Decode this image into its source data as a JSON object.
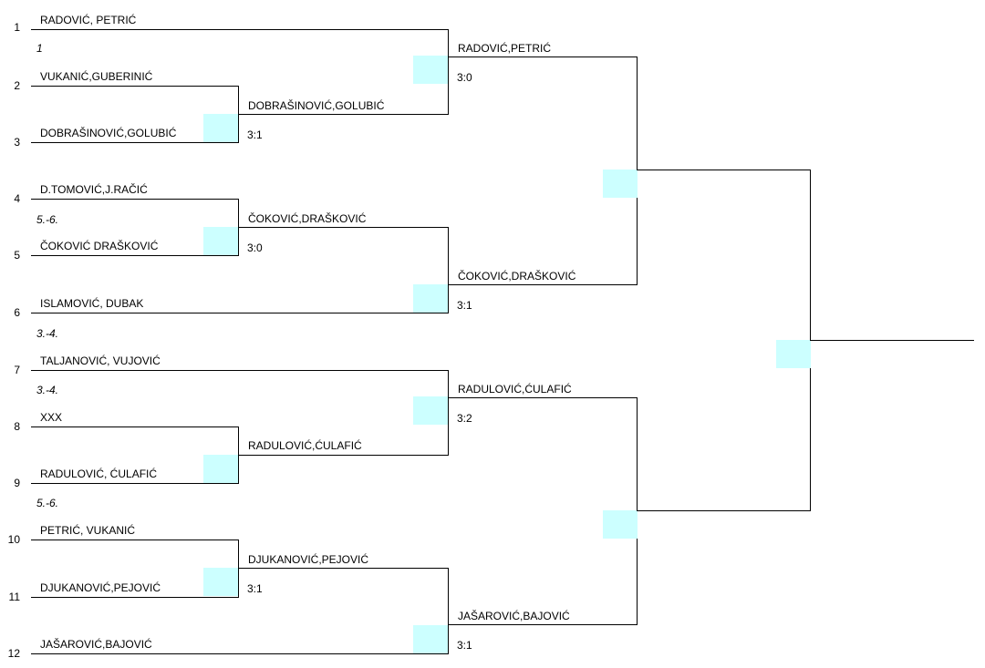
{
  "seeds": [
    "1",
    "2",
    "3",
    "4",
    "5",
    "6",
    "7",
    "8",
    "9",
    "10",
    "11",
    "12"
  ],
  "round1": [
    "RADOVIĆ, PETRIĆ",
    "VUKANIĆ,GUBERINIĆ",
    "DOBRAŠINOVIĆ,GOLUBIĆ",
    "D.TOMOVIĆ,J.RAČIĆ",
    "ČOKOVIĆ DRAŠKOVIĆ",
    "ISLAMOVIĆ, DUBAK",
    "TALJANOVIĆ, VUJOVIĆ",
    "XXX",
    "RADULOVIĆ, ĆULAFIĆ",
    "PETRIĆ, VUKANIĆ",
    "DJUKANOVIĆ,PEJOVIĆ",
    "JAŠAROVIĆ,BAJOVIĆ"
  ],
  "notes": [
    "1",
    "5.-6.",
    "3.-4.",
    "3.-4.",
    "5.-6."
  ],
  "round2": [
    {
      "name": "DOBRAŠINOVIĆ,GOLUBIĆ",
      "score": "3:1"
    },
    {
      "name": "ČOKOVIĆ,DRAŠKOVIĆ",
      "score": "3:0"
    },
    {
      "name": "RADULOVIĆ,ĆULAFIĆ",
      "score": ""
    },
    {
      "name": "DJUKANOVIĆ,PEJOVIĆ",
      "score": "3:1"
    }
  ],
  "round3": [
    {
      "name": "RADOVIĆ,PETRIĆ",
      "score": "3:0"
    },
    {
      "name": "ČOKOVIĆ,DRAŠKOVIĆ",
      "score": "3:1"
    },
    {
      "name": "RADULOVIĆ,ĆULAFIĆ",
      "score": "3:2"
    },
    {
      "name": "JAŠAROVIĆ,BAJOVIĆ",
      "score": "3:1"
    }
  ],
  "colors": {
    "line": "#000000",
    "score_box": "#ccffff"
  }
}
